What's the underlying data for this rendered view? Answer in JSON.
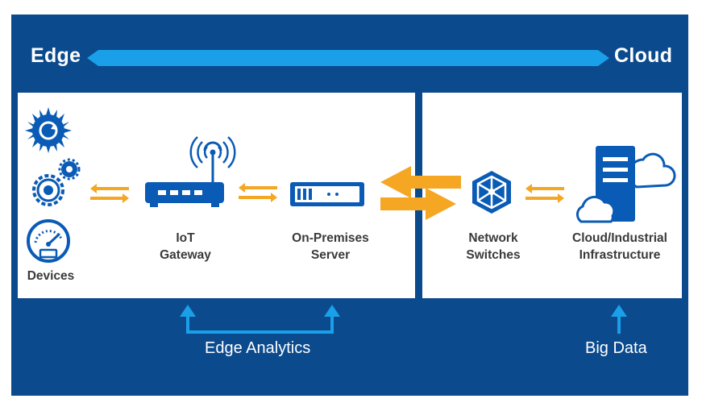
{
  "header": {
    "left_label": "Edge",
    "right_label": "Cloud"
  },
  "nodes": {
    "devices": "Devices",
    "iot_gateway": "IoT\nGateway",
    "on_premises_server": "On-Premises\nServer",
    "network_switches": "Network\nSwitches",
    "cloud_infrastructure": "Cloud/Industrial\nInfrastructure"
  },
  "footer": {
    "edge_analytics": "Edge Analytics",
    "big_data": "Big Data"
  },
  "icons": [
    "sun-gear-icon",
    "gears-icon",
    "gauge-icon",
    "router-icon",
    "server-icon",
    "network-switch-icon",
    "cloud-server-icon"
  ],
  "colors": {
    "background": "#0b4a8d",
    "accent_blue": "#1aa0e8",
    "icon_blue": "#0a5bb5",
    "arrow_orange": "#f5a623",
    "panel": "#ffffff"
  }
}
